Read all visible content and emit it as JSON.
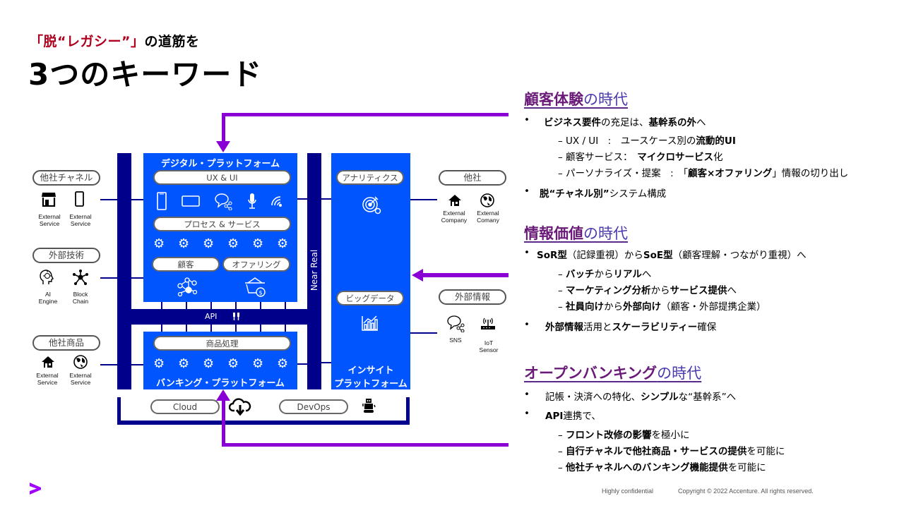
{
  "header": {
    "subtitle_prefix": "「脱“レガシー”」",
    "subtitle_suffix": "の道筋を",
    "title": "3つのキーワード"
  },
  "diagram": {
    "left_groups": [
      {
        "label": "他社チャネル",
        "items": [
          {
            "icon": "store-icon",
            "label": "External Service"
          },
          {
            "icon": "smartphone-icon",
            "label": "External Service"
          }
        ]
      },
      {
        "label": "外部技術",
        "items": [
          {
            "icon": "ai-head-icon",
            "label": "AI Engine"
          },
          {
            "icon": "blockchain-icon",
            "label": "Block Chain"
          }
        ]
      },
      {
        "label": "他社商品",
        "items": [
          {
            "icon": "house-icon",
            "label": "External Service"
          },
          {
            "icon": "globe-icon",
            "label": "External Service"
          }
        ]
      }
    ],
    "right_groups": [
      {
        "label": "他社",
        "items": [
          {
            "icon": "house-icon",
            "label": "External Company"
          },
          {
            "icon": "globe-icon",
            "label": "External Comany"
          }
        ]
      },
      {
        "label": "外部情報",
        "items": [
          {
            "icon": "sns-chat-icon",
            "label": "SNS"
          },
          {
            "icon": "iot-router-icon",
            "label": "IoT Sensor"
          }
        ]
      }
    ],
    "digital_platform": {
      "title": "デジタル・プラットフォーム",
      "ux_ui": "UX & UI",
      "process_service": "プロセス & サービス",
      "customer": "顧客",
      "offering": "オファリング",
      "gear_count": 6
    },
    "api_label": "API",
    "banking_platform": {
      "title": "バンキング・プラットフォーム",
      "product_processing": "商品処理",
      "gear_count": 6
    },
    "near_real": "Near Real",
    "insight_platform": {
      "analytics": "アナリティクス",
      "big_data": "ビッグデータ",
      "title_line1": "インサイト",
      "title_line2": "プラットフォーム"
    },
    "bottom": {
      "cloud": "Cloud",
      "devops": "DevOps"
    }
  },
  "sections": [
    {
      "head_bold": "顧客体験",
      "head_normal": "の時代",
      "bullets": [
        {
          "level": 1,
          "parts": [
            {
              "t": "ビジネス要件",
              "b": true
            },
            {
              "t": "の充足は、",
              "b": false
            },
            {
              "t": "基幹系の外",
              "b": true
            },
            {
              "t": "へ",
              "b": false
            }
          ]
        },
        {
          "level": 2,
          "parts": [
            {
              "t": "UX / UI　:　ユースケース別の",
              "b": false
            },
            {
              "t": "流動的UI",
              "b": true
            }
          ]
        },
        {
          "level": 2,
          "parts": [
            {
              "t": "顧客サービス：　",
              "b": false
            },
            {
              "t": "マイクロサービス",
              "b": true
            },
            {
              "t": "化",
              "b": false
            }
          ]
        },
        {
          "level": 2,
          "parts": [
            {
              "t": "パーソナライズ・提案　:　「",
              "b": false
            },
            {
              "t": "顧客×オファリング",
              "b": true
            },
            {
              "t": "」情報の切り出し",
              "b": false
            }
          ]
        },
        {
          "level": 1,
          "parts": [
            {
              "t": "脱“チャネル別”",
              "b": true
            },
            {
              "t": "システム構成",
              "b": false
            }
          ]
        }
      ]
    },
    {
      "head_bold": "情報価値",
      "head_normal": "の時代",
      "bullets": [
        {
          "level": 1,
          "parts": [
            {
              "t": "SoR型",
              "b": true
            },
            {
              "t": "（記録重視）から",
              "b": false
            },
            {
              "t": "SoE型",
              "b": true
            },
            {
              "t": "（顧客理解・つながり重視）へ",
              "b": false
            }
          ]
        },
        {
          "level": 2,
          "parts": [
            {
              "t": "バッチ",
              "b": true
            },
            {
              "t": "から",
              "b": false
            },
            {
              "t": "リアル",
              "b": true
            },
            {
              "t": "へ",
              "b": false
            }
          ]
        },
        {
          "level": 2,
          "parts": [
            {
              "t": "マーケティング分析",
              "b": true
            },
            {
              "t": "から",
              "b": false
            },
            {
              "t": "サービス提供",
              "b": true
            },
            {
              "t": "へ",
              "b": false
            }
          ]
        },
        {
          "level": 2,
          "parts": [
            {
              "t": "社員向け",
              "b": true
            },
            {
              "t": "から",
              "b": false
            },
            {
              "t": "外部向け",
              "b": true
            },
            {
              "t": "（顧客・外部提携企業）",
              "b": false
            }
          ]
        },
        {
          "level": 1,
          "parts": [
            {
              "t": "外部情報",
              "b": true
            },
            {
              "t": "活用と",
              "b": false
            },
            {
              "t": "スケーラビリティー",
              "b": true
            },
            {
              "t": "確保",
              "b": false
            }
          ]
        }
      ]
    },
    {
      "head_bold": "オープンバンキング",
      "head_normal": "の時代",
      "bullets": [
        {
          "level": 1,
          "parts": [
            {
              "t": "記帳・決済への特化、",
              "b": false
            },
            {
              "t": "シンプル",
              "b": true
            },
            {
              "t": "な“基幹系”へ",
              "b": false
            }
          ]
        },
        {
          "level": 1,
          "parts": [
            {
              "t": "API",
              "b": true
            },
            {
              "t": "連携で、",
              "b": false
            }
          ]
        },
        {
          "level": 2,
          "parts": [
            {
              "t": "フロント改修の影響",
              "b": true
            },
            {
              "t": "を極小に",
              "b": false
            }
          ]
        },
        {
          "level": 2,
          "parts": [
            {
              "t": "自行チャネルで他社商品・サービスの提供",
              "b": true
            },
            {
              "t": "を可能に",
              "b": false
            }
          ]
        },
        {
          "level": 2,
          "parts": [
            {
              "t": "他社チャネルへのバンキング機能提供",
              "b": true
            },
            {
              "t": "を可能に",
              "b": false
            }
          ]
        }
      ]
    }
  ],
  "footer": {
    "confidential": "Highly confidential",
    "copyright": "Copyright © 2022 Accenture. All rights reserved."
  },
  "colors": {
    "accent_purple": "#8a00d4",
    "navy": "#00008b",
    "platform_blue": "#0055ff",
    "subtitle_red": "#b0001e"
  }
}
